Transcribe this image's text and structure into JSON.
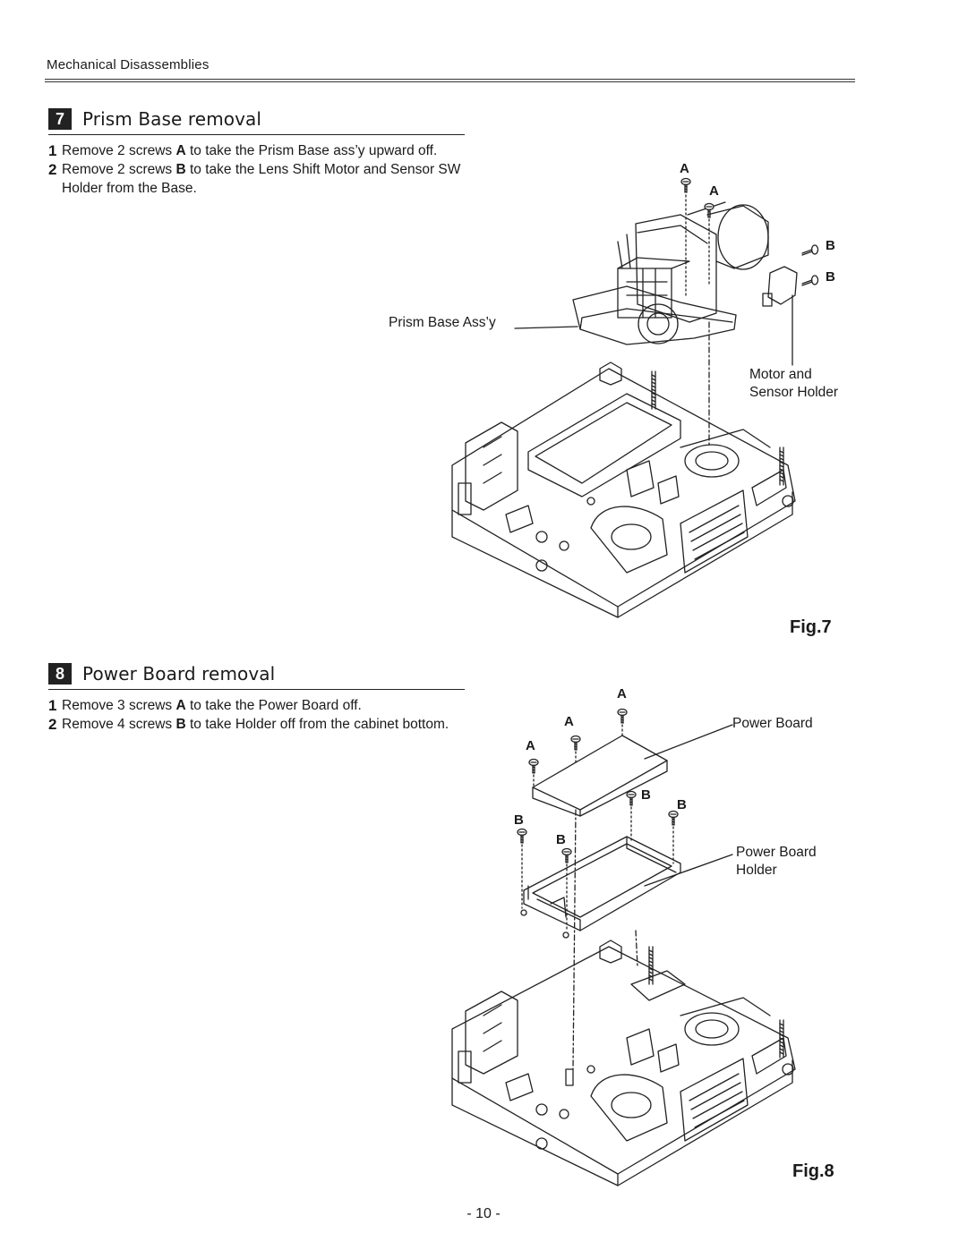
{
  "header": {
    "title": "Mechanical Disassemblies"
  },
  "section7": {
    "number": "7",
    "title": "Prism Base removal",
    "steps": [
      {
        "n": "1",
        "pre": "Remove 2 screws ",
        "key": "A",
        "post": " to take the Prism Base ass’y upward off."
      },
      {
        "n": "2",
        "pre": "Remove 2 screws ",
        "key": "B",
        "post": " to take the Lens Shift Motor and Sensor SW Holder from the Base."
      }
    ],
    "figure": {
      "caption": "Fig.7",
      "callouts": {
        "prism_base": "Prism Base Ass’y",
        "motor_line1": "Motor and",
        "motor_line2": "Sensor Holder"
      },
      "screw_labels": {
        "a": "A",
        "b": "B"
      }
    }
  },
  "section8": {
    "number": "8",
    "title": "Power Board removal",
    "steps": [
      {
        "n": "1",
        "pre": "Remove 3 screws ",
        "key": "A",
        "post": " to take the Power Board off."
      },
      {
        "n": "2",
        "pre": "Remove 4 screws ",
        "key": "B",
        "post": " to take Holder off from the cabinet bottom."
      }
    ],
    "figure": {
      "caption": "Fig.8",
      "callouts": {
        "power_board": "Power Board",
        "holder_line1": "Power Board",
        "holder_line2": "Holder"
      },
      "screw_labels": {
        "a": "A",
        "b": "B"
      }
    }
  },
  "footer": {
    "page": "- 10 -"
  }
}
